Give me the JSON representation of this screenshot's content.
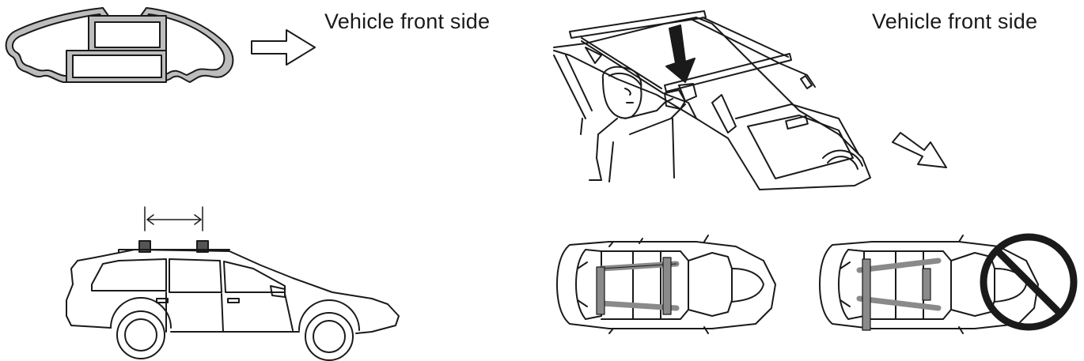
{
  "labels": {
    "left_caption": "Vehicle front side",
    "right_caption": "Vehicle front side"
  },
  "colors": {
    "line": "#1a1a1a",
    "bar_gray": "#8a8a8a",
    "profile_gray": "#9a9a9a",
    "background": "#ffffff"
  },
  "icons": [
    "outline-arrow-right",
    "down-arrow",
    "diagonal-outline-arrow",
    "prohibited-sign"
  ]
}
